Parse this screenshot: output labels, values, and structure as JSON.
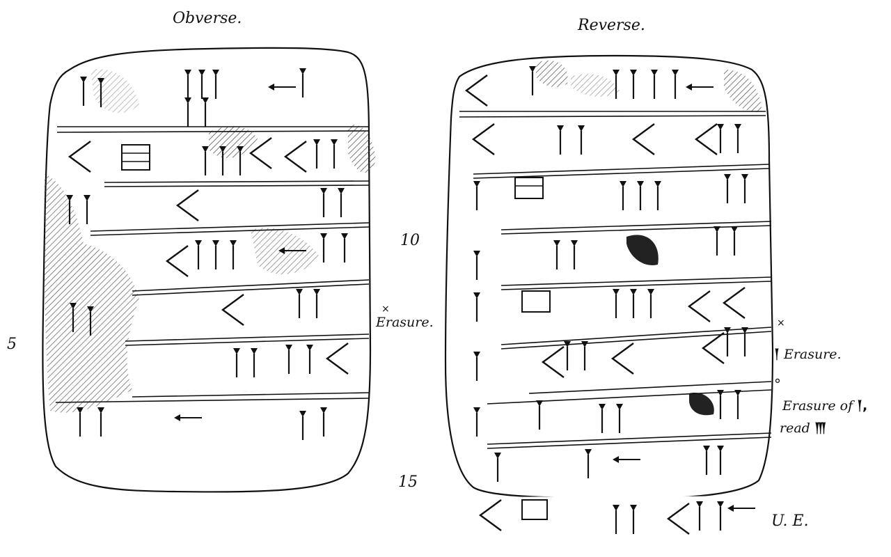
{
  "headings": {
    "obverse": "Obverse.",
    "reverse": "Reverse."
  },
  "line_numbers": {
    "n5": "5",
    "n10": "10",
    "n15": "15"
  },
  "annotations": {
    "erasure_obverse": "Erasure.",
    "erasure_reverse": "Erasure.",
    "erasure_of": "Erasure of",
    "read": "read",
    "upper_edge": "U. E."
  },
  "marks": {
    "cross": "×",
    "circle": "°"
  },
  "colors": {
    "ink": "#111111",
    "paper": "#ffffff",
    "hatch": "#444444"
  }
}
